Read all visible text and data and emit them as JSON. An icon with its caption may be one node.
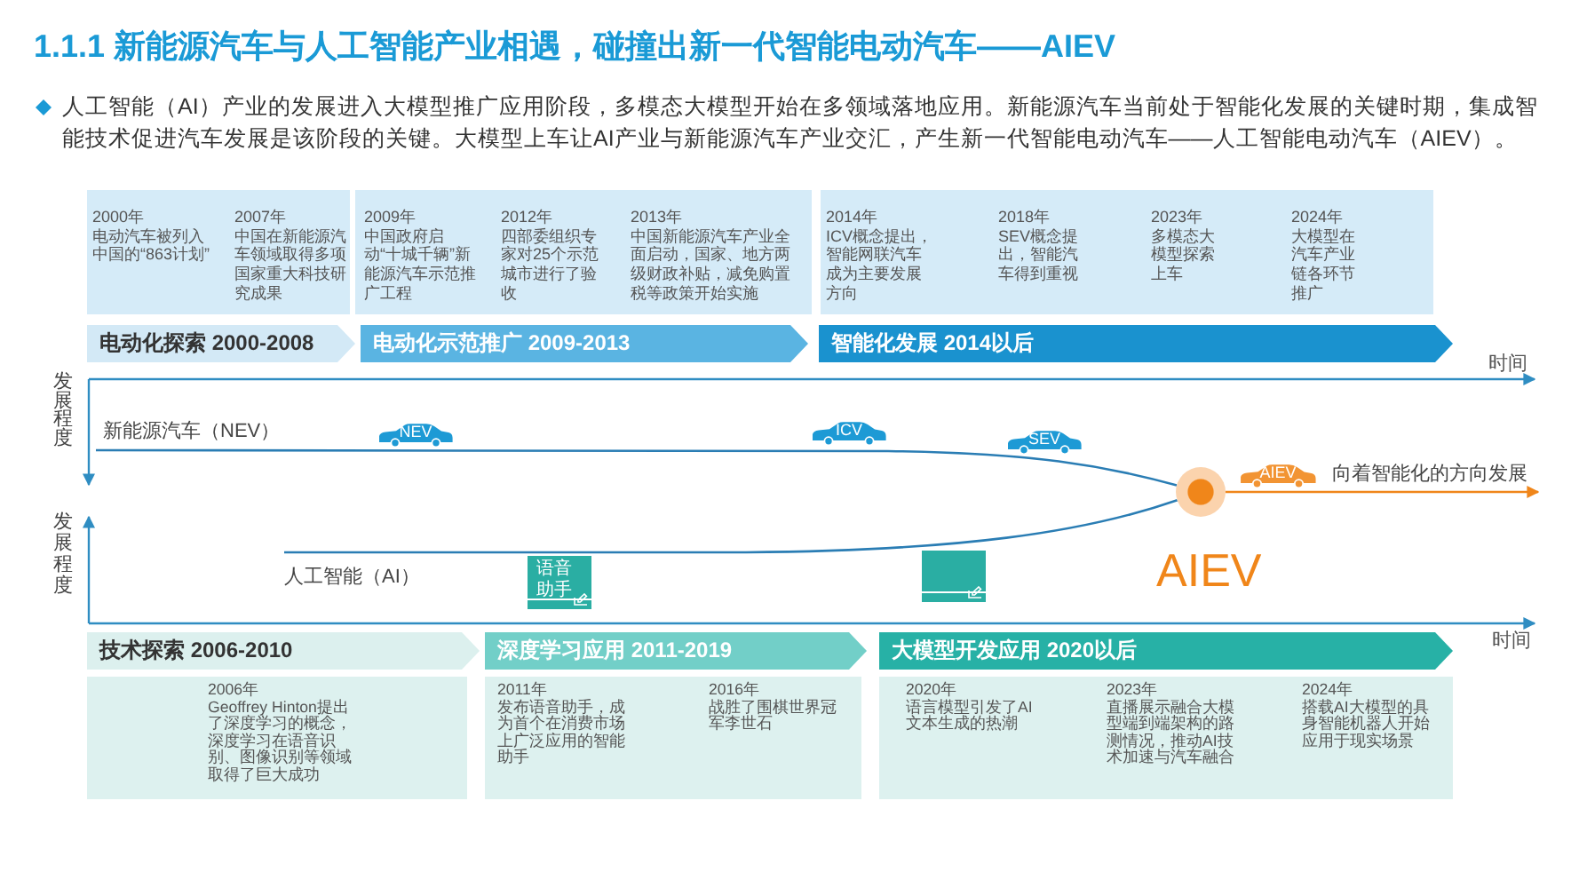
{
  "diagram": {
    "title": "1.1.1 新能源汽车与人工智能产业相遇，碰撞出新一代智能电动汽车——AIEV",
    "nodes": [
      {
        "text": [
          "2000年",
          "电动汽车被列入中国的“863计划”",
          "2007年",
          "中国在新能源汽车领域取得多项国家重大科技研究成果"
        ]
      },
      {
        "text": [
          "2009年",
          "中国政府启动“十城千辆”新能源汽车示范推广工程",
          "2012年",
          "四部委组织专家对25个示范城市进行了验收",
          "2013年",
          "中国新能源汽车产业全面启动，国家、地方两级财政补贴，减免购置税等政策开始实施"
        ]
      },
      {
        "text": [
          "2014年",
          "ICV概念提出，智能网联汽车成为主要发展方向",
          "2018年",
          "SEV概念提出，智能汽车得到重视",
          "2023年",
          "多模态大模型探索上车",
          "2024年",
          "大模型在汽车产业链各环节推广"
        ]
      },
      {
        "text": [
          "电动化探索 2000-2008"
        ]
      },
      {
        "text": [
          "电动化示范推广 2009-2013"
        ]
      },
      {
        "text": [
          "智能化发展 2014以后"
        ]
      },
      {
        "text": [
          "NEV"
        ]
      },
      {
        "text": [
          "ICV"
        ]
      },
      {
        "text": [
          "SEV"
        ]
      },
      {
        "text": [],
        "shape": "circle",
        "beside": [
          "AIEV"
        ]
      },
      {
        "text": [
          "AIEV"
        ]
      },
      {
        "text": [
          "语音助手"
        ]
      },
      {
        "text": [],
        "shape": "box"
      },
      {
        "text": [
          "技术探索 2006-2010"
        ]
      },
      {
        "text": [
          "深度学习应用 2011-2019"
        ]
      },
      {
        "text": [
          "大模型开发应用 2020以后"
        ]
      },
      {
        "text": [
          "2006年",
          "Geoffrey Hinton提出了深度学习的概念，深度学习在语音识别、图像识别等领域取得了巨大成功"
        ]
      },
      {
        "text": [
          "2011年",
          "发布语音助手，成为首个在消费市场上广泛应用的智能助手",
          "2016年",
          "战胜了围棋世界冠军李世石"
        ]
      },
      {
        "text": [
          "2020年",
          "语言模型引发了AI文本生成的热潮",
          "2023年",
          "直播展示融合大模型端到端架构的路测情况，推动AI技术加速与汽车融合",
          "2024年",
          "搭载AI大模型的具身智能机器人开始应用于现实场景"
        ]
      }
    ],
    "edges": [
      {
        "from": null,
        "to": 9,
        "arrow": "none",
        "label": "新能源汽车（NEV）"
      },
      {
        "from": null,
        "to": 9,
        "arrow": "none",
        "label": "人工智能（AI）"
      },
      {
        "from": 9,
        "to": null,
        "arrow": "to",
        "color": "#f0861a",
        "label": "向着智能化的方向发展"
      }
    ],
    "labels": [
      "人工智能（AI）产业的发展进入大模型推广应用阶段，多模态大模型开始在多领域落地应用。新能源汽车当前处于智能化发展的关键时期，集成智能技术促进汽车发展是该阶段的关键。大模型上车让AI产业与新能源汽车产业交汇，产生新一代智能电动汽车——人工智能电动汽车（AIEV）。",
      "发展程度",
      "时间",
      "发展程度",
      "时间"
    ]
  }
}
